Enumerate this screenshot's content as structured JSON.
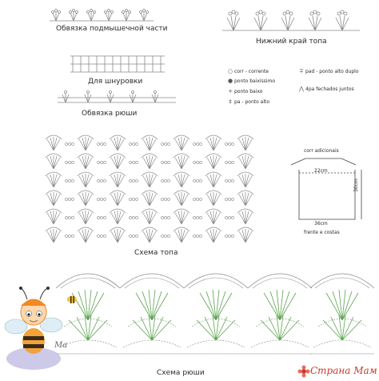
{
  "labels": {
    "underarm_edging": "Обвязка подмышечной части",
    "bottom_edge": "Нижний край топа",
    "lacing": "Для шнуровки",
    "ruffle_edging": "Обвязка рюши",
    "top_chart": "Схема топа",
    "ruffle_chart": "Схема рюши"
  },
  "legend": [
    {
      "symbol": "chain-symbol",
      "text": "corr - corrente"
    },
    {
      "symbol": "slip-stitch-symbol",
      "text": "ponto baixíssimo"
    },
    {
      "symbol": "single-crochet-symbol",
      "text": "ponto baixo"
    },
    {
      "symbol": "double-crochet-symbol",
      "text": "pa - ponto alto"
    },
    {
      "symbol": "treble-crochet-symbol",
      "text": "pad - ponto alto duplo"
    },
    {
      "symbol": "cluster-symbol",
      "text": "4pa fechados juntos"
    }
  ],
  "measurements": {
    "extra_chain": "corr adicionais",
    "top_width": "22cm",
    "height": "30cm",
    "bottom_width": "36cm",
    "note": "frente e costas"
  },
  "watermark": {
    "signature": "Ma",
    "site": "Страна Мам"
  },
  "colors": {
    "stitch_gray": "#8a8a8a",
    "stitch_green": "#58a34a",
    "bee_orange": "#f3a23a"
  }
}
